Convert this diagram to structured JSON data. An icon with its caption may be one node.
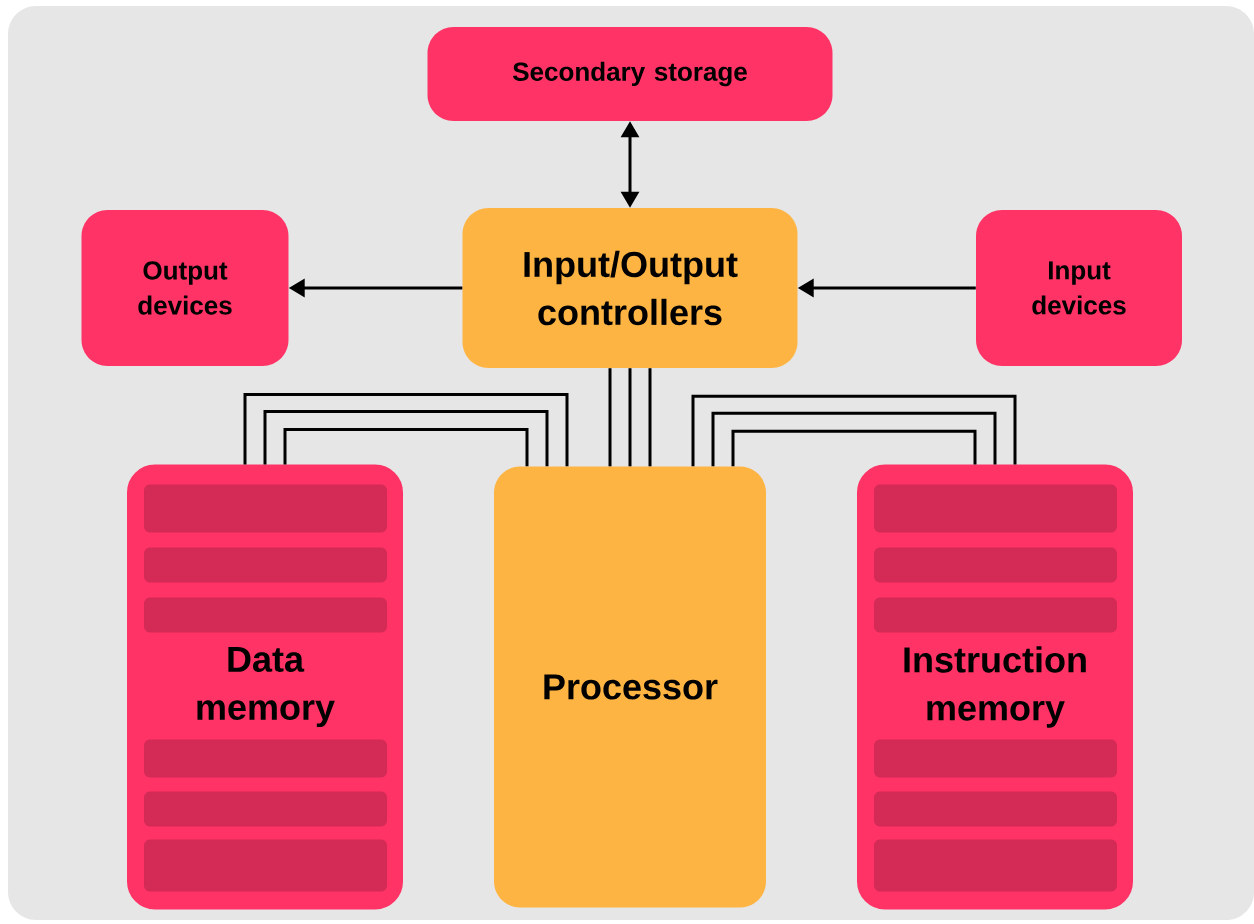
{
  "diagram": {
    "nodes": [
      {
        "text": [
          "Secondary storage"
        ]
      },
      {
        "text": [
          "Output devices"
        ]
      },
      {
        "text": [
          "Input/Output controllers"
        ]
      },
      {
        "text": [
          "Input devices"
        ]
      },
      {
        "text": [
          "Data memory"
        ]
      },
      {
        "text": [
          "Processor"
        ]
      },
      {
        "text": [
          "Instruction memory"
        ]
      }
    ],
    "edges": [
      {
        "from": 0,
        "to": 2,
        "arrow": "both"
      },
      {
        "from": 2,
        "to": 1,
        "arrow": "to"
      },
      {
        "from": 3,
        "to": 2,
        "arrow": "to"
      },
      {
        "from": 4,
        "to": 5,
        "arrow": "none"
      },
      {
        "from": 4,
        "to": 5,
        "arrow": "none"
      },
      {
        "from": 4,
        "to": 5,
        "arrow": "none"
      },
      {
        "from": 2,
        "to": 5,
        "arrow": "none"
      },
      {
        "from": 2,
        "to": 5,
        "arrow": "none"
      },
      {
        "from": 2,
        "to": 5,
        "arrow": "none"
      },
      {
        "from": 5,
        "to": 6,
        "arrow": "none"
      },
      {
        "from": 5,
        "to": 6,
        "arrow": "none"
      },
      {
        "from": 5,
        "to": 6,
        "arrow": "none"
      }
    ]
  }
}
